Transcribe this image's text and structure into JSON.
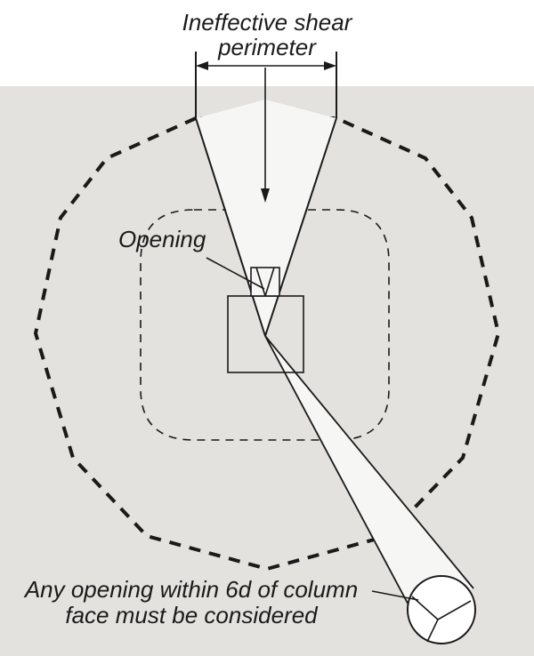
{
  "diagram": {
    "labels": {
      "title_line1": "Ineffective shear",
      "title_line2": "perimeter",
      "opening": "Opening",
      "note_line1": "Any opening within 6d of column",
      "note_line2": "face must be considered"
    },
    "colors": {
      "slab": "#e3e2df",
      "wedge": "#f6f6f4",
      "stroke": "#1a1a1a",
      "background": "#ffffff"
    }
  }
}
